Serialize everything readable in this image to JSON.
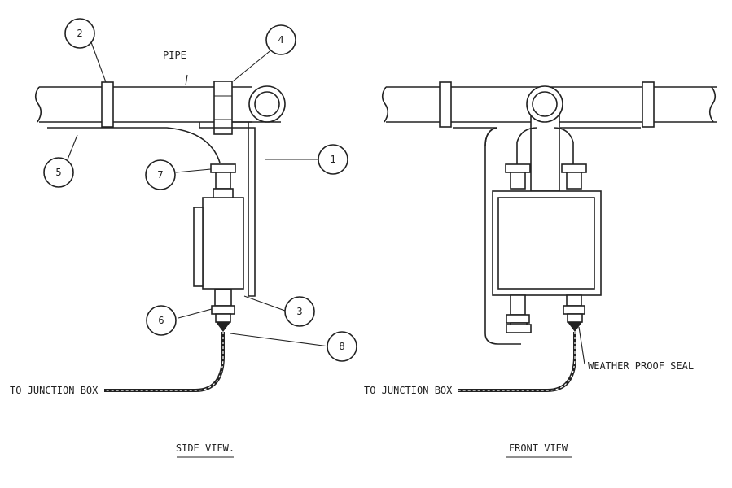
{
  "labels": {
    "pipe": "PIPE",
    "to_junction_box_side": "TO JUNCTION BOX",
    "to_junction_box_front": "TO JUNCTION BOX",
    "weather_proof_seal": "WEATHER PROOF SEAL",
    "side_view_title": "SIDE VIEW.",
    "front_view_title": "FRONT VIEW"
  },
  "callouts": {
    "c1": "1",
    "c2": "2",
    "c3": "3",
    "c4": "4",
    "c5": "5",
    "c6": "6",
    "c7": "7",
    "c8": "8"
  }
}
